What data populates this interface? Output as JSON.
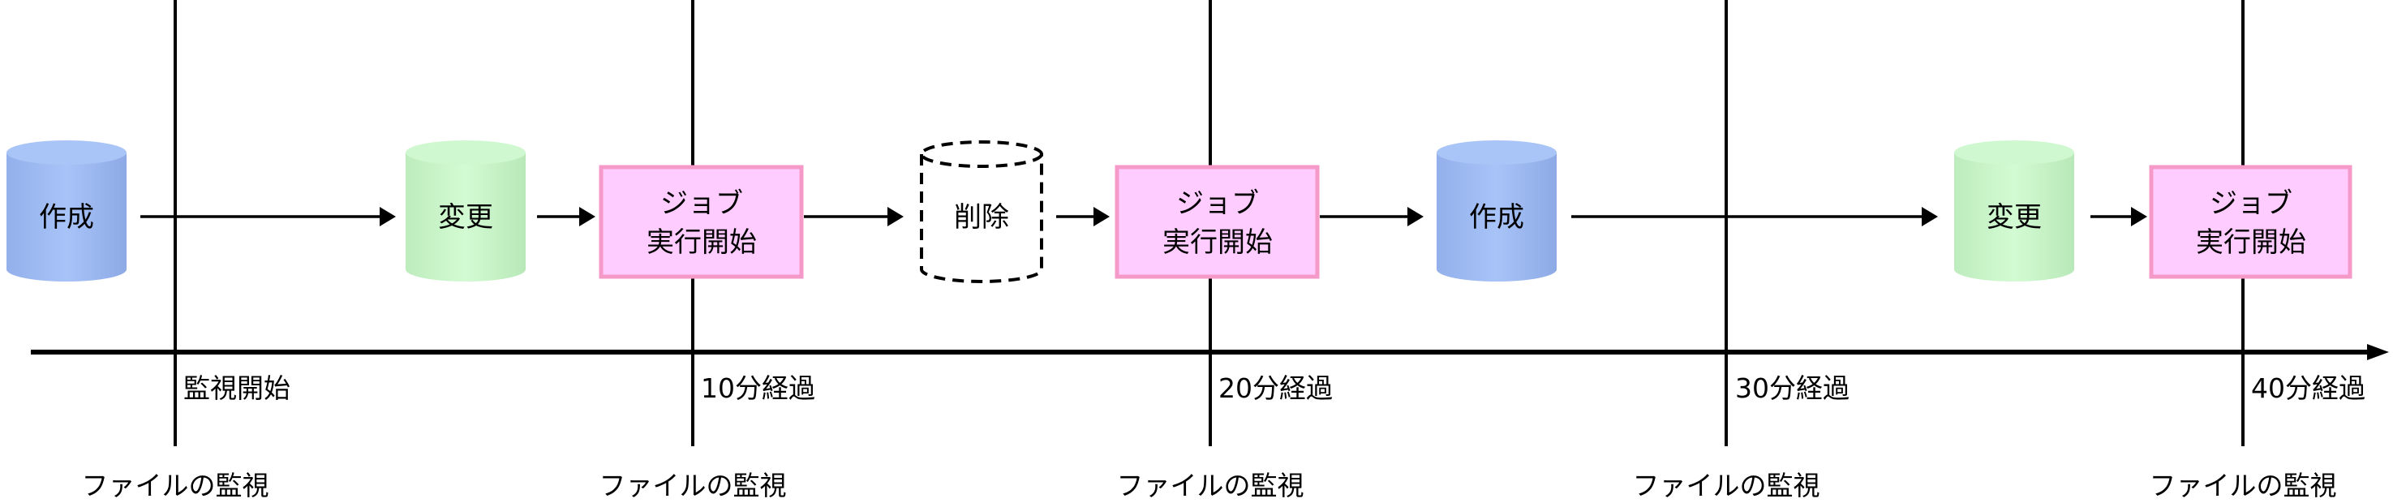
{
  "colors": {
    "create": "#a4c0f4",
    "change": "#ccf6cc",
    "job_fill": "#ffccff",
    "job_border": "#f59ac8"
  },
  "events": {
    "create_1": "作成",
    "change_1": "変更",
    "job_1_line1": "ジョブ",
    "job_1_line2": "実行開始",
    "delete_1": "削除",
    "job_2_line1": "ジョブ",
    "job_2_line2": "実行開始",
    "create_2": "作成",
    "change_2": "変更",
    "job_3_line1": "ジョブ",
    "job_3_line2": "実行開始"
  },
  "timeline": {
    "ticks": [
      "監視開始",
      "10分経過",
      "20分経過",
      "30分経過",
      "40分経過"
    ],
    "checks": [
      "ファイルの監視",
      "ファイルの監視",
      "ファイルの監視",
      "ファイルの監視",
      "ファイルの監視"
    ]
  }
}
